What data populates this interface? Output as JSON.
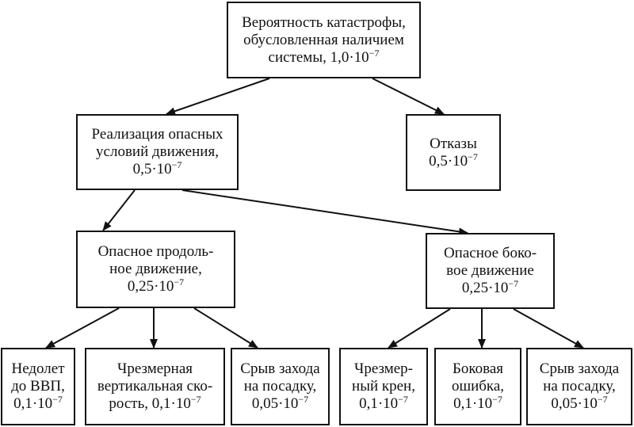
{
  "nodes": {
    "root": {
      "line1": "Вероятность катастрофы,",
      "line2": "обусловленная наличием",
      "line3_text": "системы, 1,0·10",
      "line3_exp": "−7"
    },
    "hazard": {
      "line1": "Реализация опасных",
      "line2": "условий движения,",
      "line3_text": "0,5·10",
      "line3_exp": "−7"
    },
    "failures": {
      "line1": "Отказы",
      "line2_text": "0,5·10",
      "line2_exp": "−7"
    },
    "longitudinal": {
      "line1": "Опасное продоль-",
      "line2": "ное движение,",
      "line3_text": "0,25·10",
      "line3_exp": "−7"
    },
    "lateral": {
      "line1": "Опасное боко-",
      "line2": "вое движение",
      "line3_text": "0,25·10",
      "line3_exp": "−7"
    },
    "undershoot": {
      "line1": "Недолет",
      "line2": "до ВВП,",
      "line3_text": "0,1·10",
      "line3_exp": "−7"
    },
    "vspeed": {
      "line1": "Чрезмерная",
      "line2": "вертикальная ско-",
      "line3_text": "рость, 0,1·10",
      "line3_exp": "−7"
    },
    "miss_long": {
      "line1": "Срыв захода",
      "line2": "на посадку,",
      "line3_text": "0,05·10",
      "line3_exp": "−7"
    },
    "bank": {
      "line1": "Чрезмер-",
      "line2": "ный крен,",
      "line3_text": "0,1·10",
      "line3_exp": "−7"
    },
    "lat_error": {
      "line1": "Боковая",
      "line2": "ошибка,",
      "line3_text": "0,1·10",
      "line3_exp": "−7"
    },
    "miss_lat": {
      "line1": "Срыв захода",
      "line2": "на посадку,",
      "line3_text": "0,05·10",
      "line3_exp": "−7"
    }
  }
}
